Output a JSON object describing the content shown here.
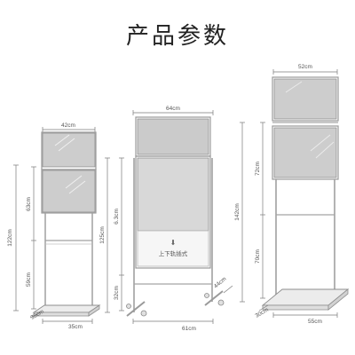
{
  "title": "产品参数",
  "colors": {
    "panel": "#cdcdcd",
    "panel_light": "#dddddd",
    "frame": "#9a9a9a",
    "dimension": "#7a7a7a",
    "text": "#555555"
  },
  "stands": [
    {
      "name": "stand-small",
      "width": "42cm",
      "upper": "63cm",
      "total": "122cm",
      "lower": "59cm",
      "base_depth": "30cm",
      "base_width": "35cm"
    },
    {
      "name": "stand-medium",
      "width": "64cm",
      "upper": "6.3cm",
      "total": "125cm",
      "lower": "32cm",
      "base_depth": "44cm",
      "base_width": "61cm",
      "insert_hint": "上下轨插式"
    },
    {
      "name": "stand-large",
      "width": "52cm",
      "upper": "72cm",
      "total": "142cm",
      "lower": "70cm",
      "base_depth": "30cm",
      "base_width": "55cm"
    }
  ]
}
